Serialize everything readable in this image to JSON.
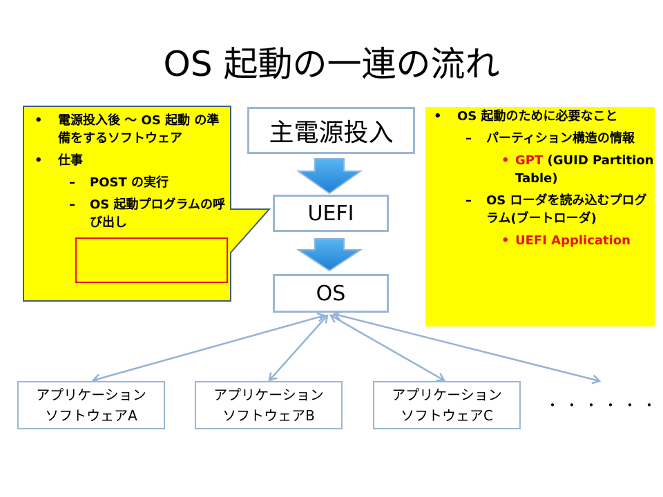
{
  "title": "OS 起動の一連の流れ",
  "boxes": {
    "power": "主電源投入",
    "uefi": "UEFI",
    "os": "OS"
  },
  "apps": [
    {
      "line1": "アプリケーション",
      "line2": "ソフトウェアA"
    },
    {
      "line1": "アプリケーション",
      "line2": "ソフトウェアB"
    },
    {
      "line1": "アプリケーション",
      "line2": "ソフトウェアC"
    }
  ],
  "ellipsis": "・・・・・・",
  "left_callout": {
    "item1": "電源投入後 ～ OS 起動 の準備をするソフトウェア",
    "item2": "仕事",
    "sub1": "POST の実行",
    "sub2": "OS 起動プログラムの呼び出し"
  },
  "right_callout": {
    "item1": "OS 起動のために必要なこと",
    "sub1": "パーティション構造の情報",
    "sub1_detail": "GPT (GUID Partition Table)",
    "sub2": "OS ローダを読み込むプログラム(ブートローダ)",
    "sub2_detail": "UEFI Application"
  },
  "colors": {
    "callout_fill": "#ffff00",
    "box_border": "#9ab7d6",
    "arrow_fill": "#2f8fdd",
    "connector": "#95b3d7",
    "highlight": "#e8121f"
  }
}
